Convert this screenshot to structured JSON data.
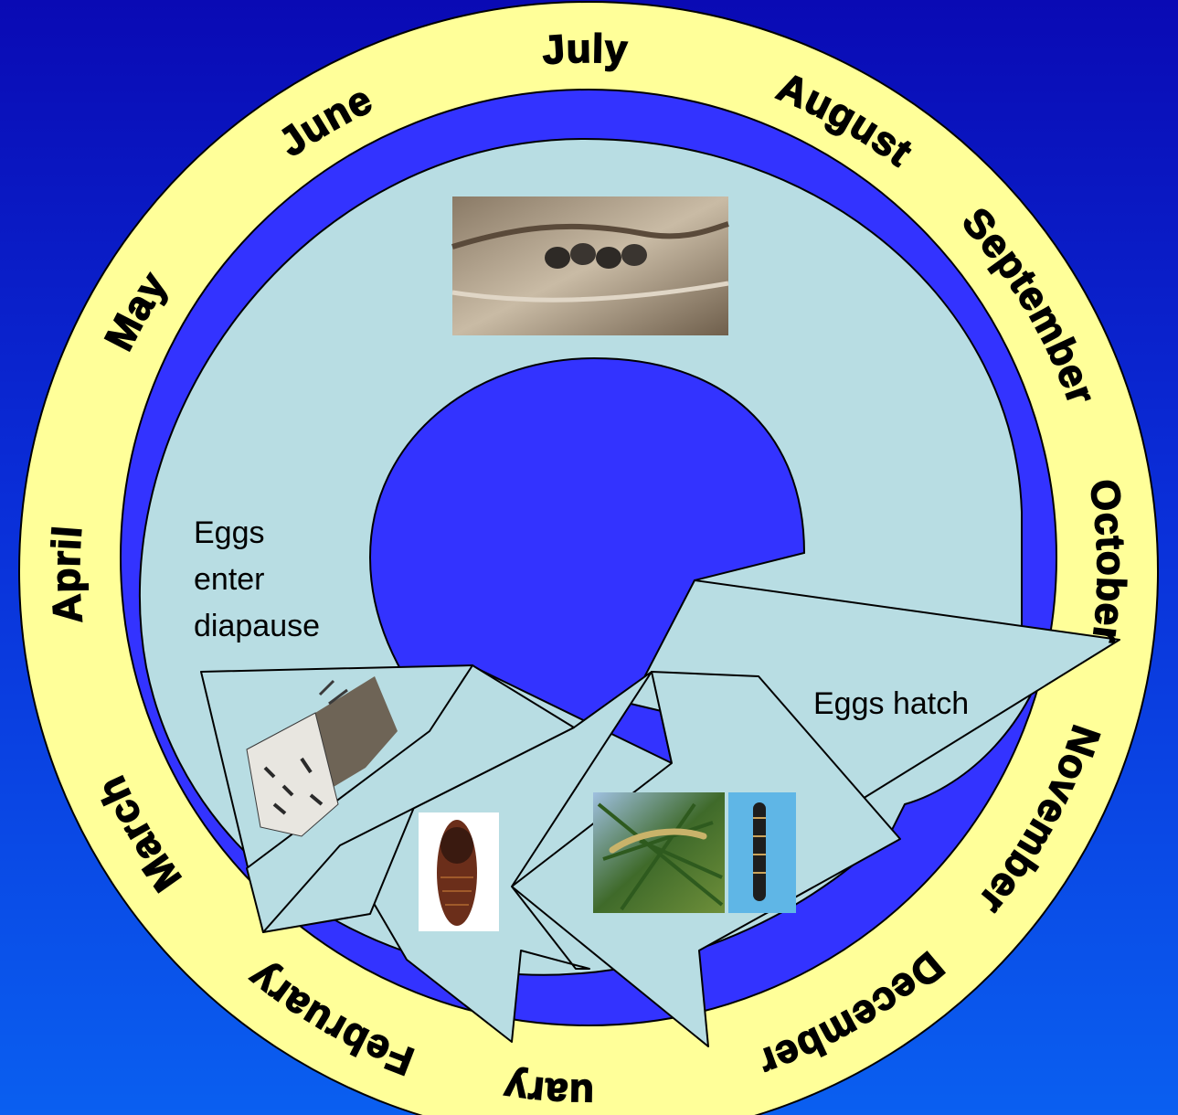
{
  "months": {
    "january": "January",
    "february": "February",
    "march": "March",
    "april": "April",
    "may": "May",
    "june": "June",
    "july": "July",
    "august": "August",
    "september": "September",
    "october": "October",
    "november": "November",
    "december": "December"
  },
  "labels": {
    "eggs_hatch": "Eggs hatch",
    "diapause_line1": "Eggs",
    "diapause_line2": "enter",
    "diapause_line3": "diapause"
  },
  "colors": {
    "background_top": "#0a0ab4",
    "background_bottom": "#0a5ff0",
    "month_ring": "#ffff99",
    "blue_band": "#3333ff",
    "stage_fill": "#b8dde3"
  },
  "images": {
    "egg_mass": "egg-mass-on-bark-photo",
    "larvae_pine": "larvae-on-pine-needles-photo",
    "larva_single": "single-larva-photo",
    "pupa": "pupa-photo",
    "moths": "adult-moths-photo"
  }
}
